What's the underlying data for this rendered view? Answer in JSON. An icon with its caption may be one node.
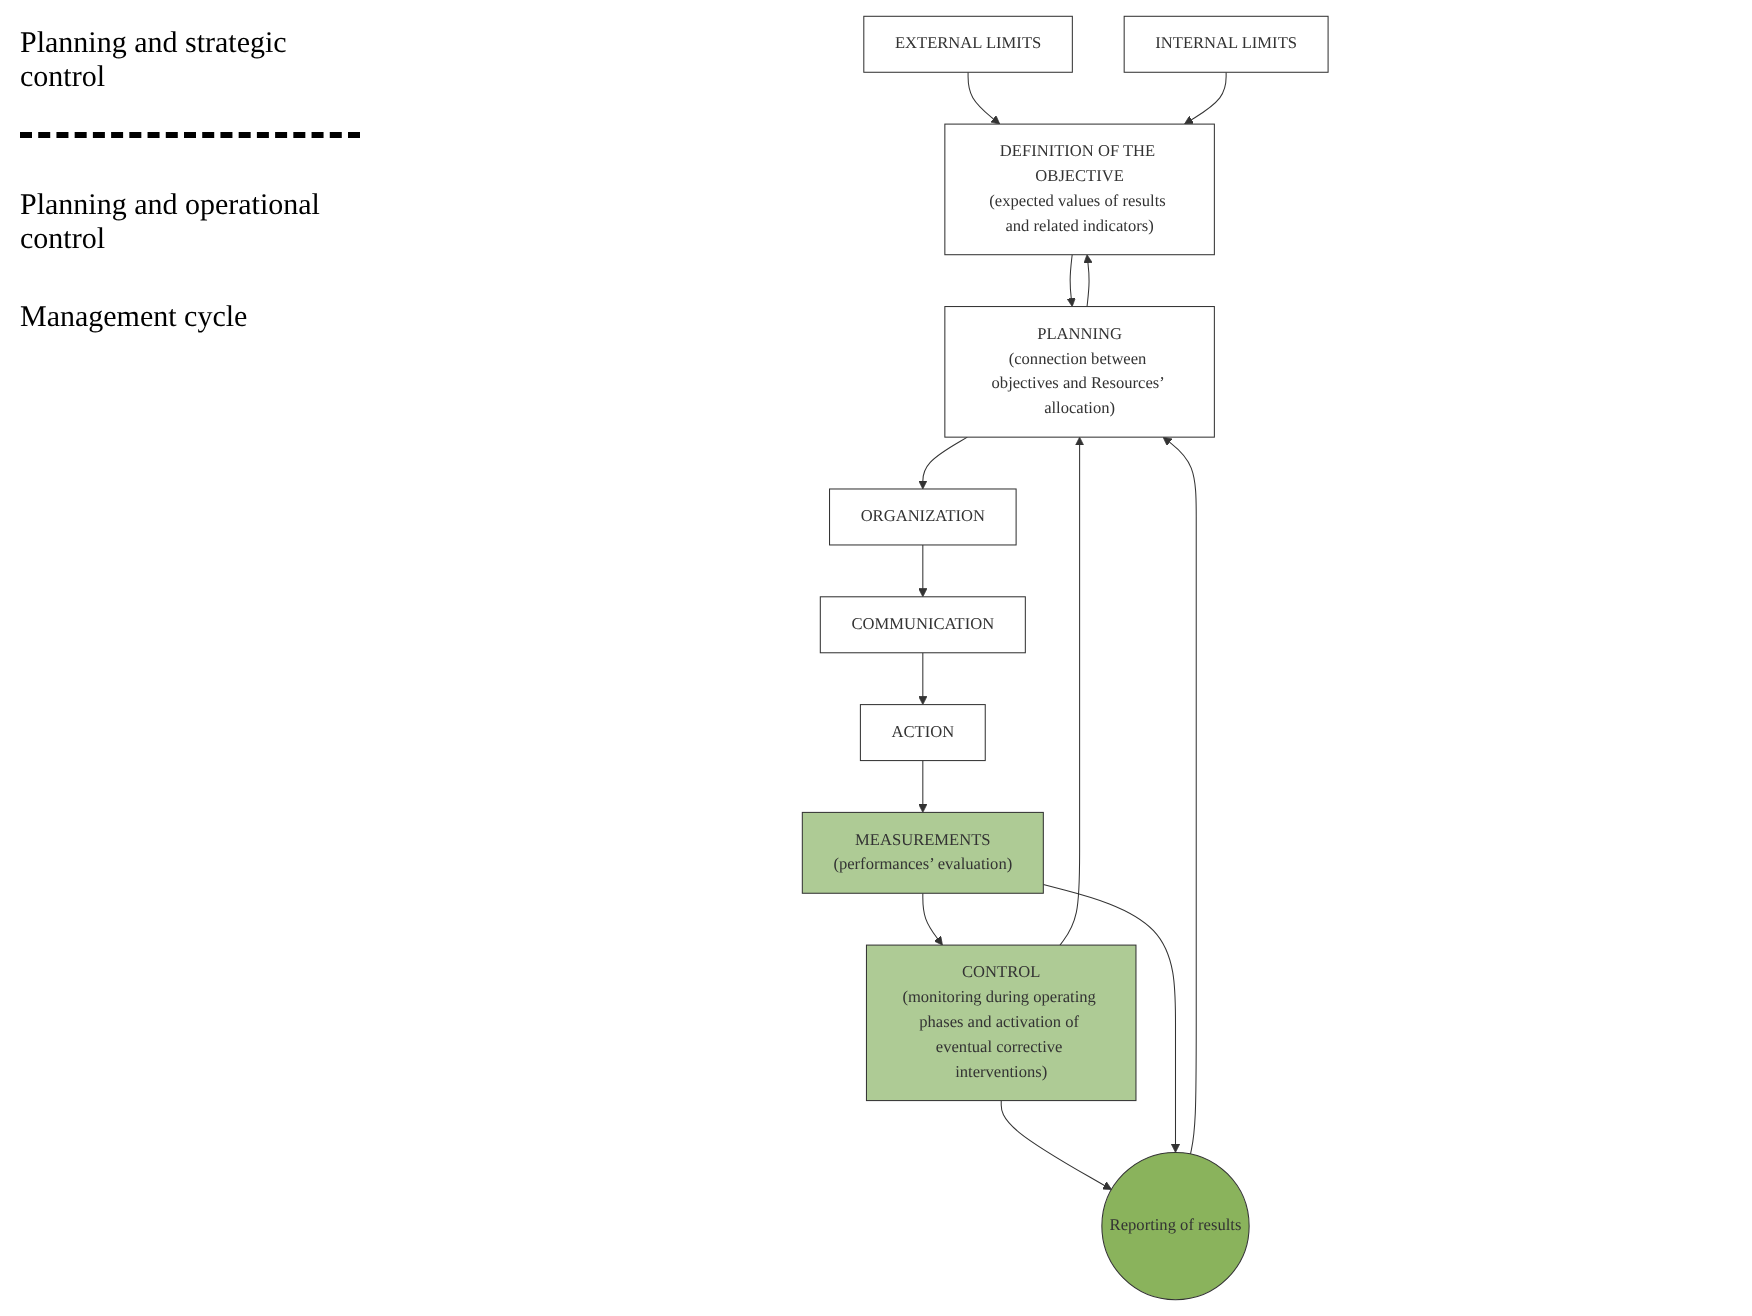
{
  "diagram": {
    "nodes": [
      {
        "text": [
          "EXTERNAL LIMITS"
        ]
      },
      {
        "text": [
          "INTERNAL LIMITS"
        ]
      },
      {
        "text": [
          "DEFINITION OF THE OBJECTIVE",
          "(expected values of results and related indicators)"
        ]
      },
      {
        "text": [
          "PLANNING",
          "(connection between objectives and Resources’ allocation)"
        ]
      },
      {
        "text": [
          "Reporting of results"
        ]
      },
      {
        "text": [
          "CONTROL",
          "(monitoring during operating phases and activation of eventual corrective interventions)"
        ]
      },
      {
        "text": [
          "ORGANIZATION"
        ]
      },
      {
        "text": [
          "MEASUREMENTS",
          "(performances’ evaluation)"
        ]
      },
      {
        "text": [
          "COMMUNICATION"
        ]
      },
      {
        "text": [
          "ACTION"
        ]
      }
    ],
    "edges": [
      {
        "from": 0,
        "to": 2,
        "arrow": "to"
      },
      {
        "from": 1,
        "to": 2,
        "arrow": "to"
      },
      {
        "from": 2,
        "to": 3,
        "arrow": "to"
      },
      {
        "from": 3,
        "to": 2,
        "arrow": "to"
      },
      {
        "from": 3,
        "to": 6,
        "arrow": "to"
      },
      {
        "from": 6,
        "to": 8,
        "arrow": "to"
      },
      {
        "from": 8,
        "to": 9,
        "arrow": "to"
      },
      {
        "from": 9,
        "to": 7,
        "arrow": "to"
      },
      {
        "from": 7,
        "to": 5,
        "arrow": "to"
      },
      {
        "from": 5,
        "to": 3,
        "arrow": "to"
      },
      {
        "from": 4,
        "to": 3,
        "arrow": "to"
      },
      {
        "from": 5,
        "to": 4,
        "arrow": "to"
      },
      {
        "from": 7,
        "to": 4,
        "arrow": "to"
      }
    ],
    "labels": [
      "Planning and strategic control",
      "Planning and operational control",
      "Management cycle"
    ]
  }
}
